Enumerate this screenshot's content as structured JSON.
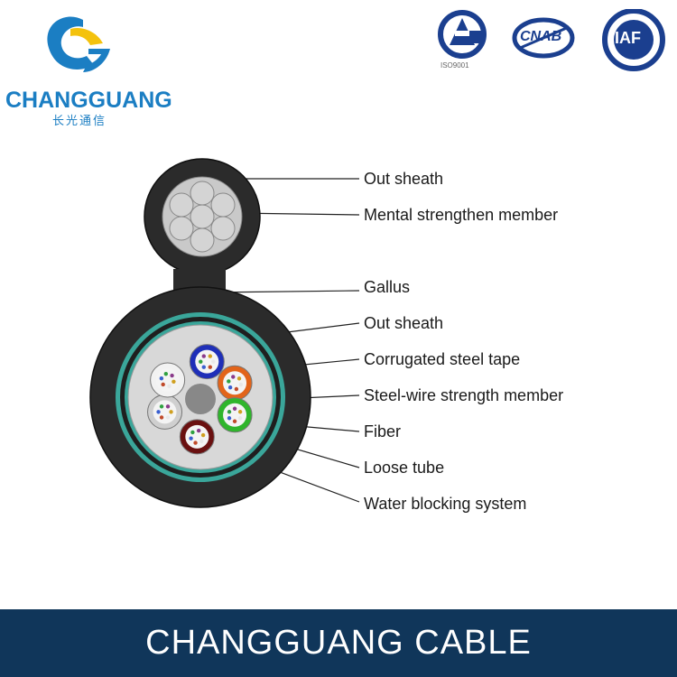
{
  "brand": {
    "name": "CHANGGUANG",
    "name_cn": "长光通信",
    "blue": "#1b7ec3",
    "yellow": "#f4c20d"
  },
  "certifications": {
    "iso_caption": "ISO9001",
    "cnab": "CNAB",
    "iaf": "IAF"
  },
  "diagram": {
    "labels": [
      "Out sheath",
      "Mental strengthen member",
      "Gallus",
      "Out sheath",
      "Corrugated steel tape",
      "Steel-wire strength member",
      "Fiber",
      "Loose tube",
      "Water blocking system"
    ],
    "tube_colors": [
      "#1f2fb8",
      "#e2641a",
      "#2fb52c",
      "#6a1010",
      "#cfcfcf",
      "#f2f2f2"
    ]
  },
  "footer": {
    "title": "CHANGGUANG CABLE",
    "bg": "#10365a"
  }
}
